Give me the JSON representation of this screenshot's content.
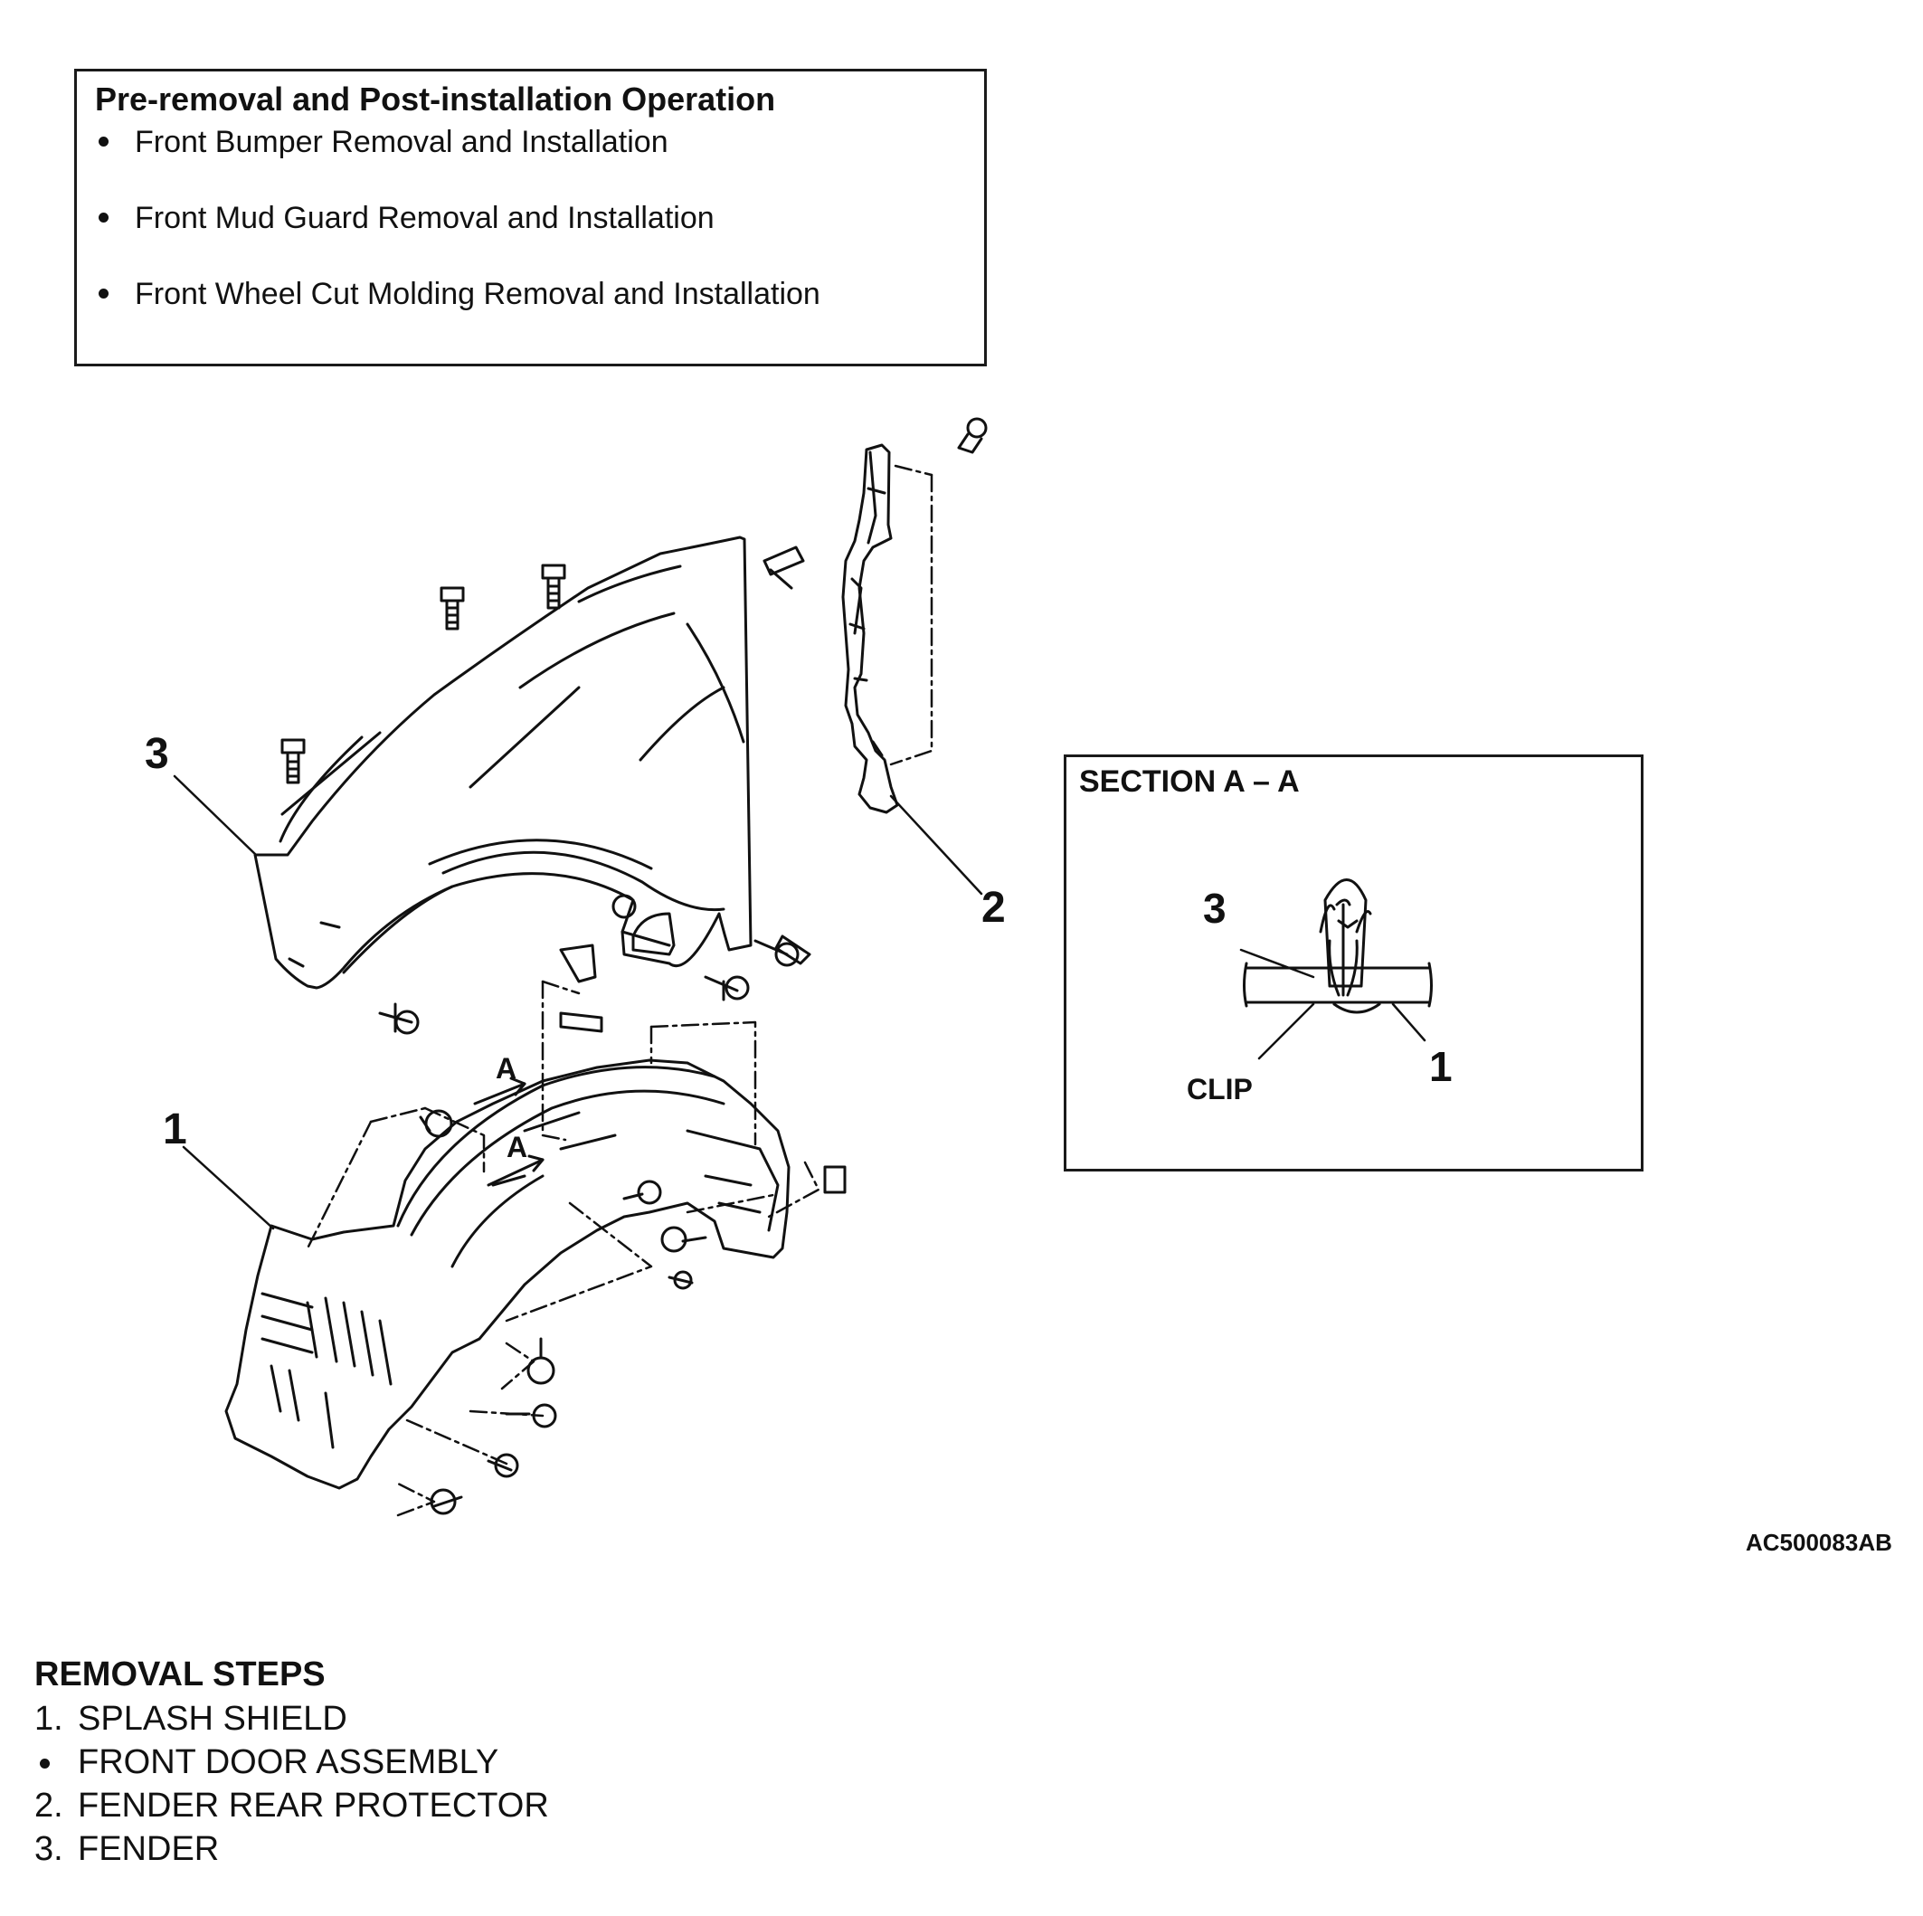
{
  "pre_removal": {
    "title": "Pre-removal and Post-installation Operation",
    "items": [
      "Front Bumper Removal and Installation",
      "Front Mud Guard Removal and Installation",
      "Front Wheel Cut Molding Removal and Installation"
    ]
  },
  "diagram": {
    "callouts": {
      "c1": "1",
      "c2": "2",
      "c3": "3"
    },
    "arrow_label_upper": "A",
    "arrow_label_lower": "A",
    "figure_code": "AC500083AB"
  },
  "section": {
    "title": "SECTION A – A",
    "label_3": "3",
    "label_1": "1",
    "clip_label": "CLIP"
  },
  "removal_steps": {
    "title": "REMOVAL STEPS",
    "steps": [
      {
        "num": "1.",
        "text": "SPLASH SHIELD"
      },
      {
        "num": "",
        "text": "FRONT DOOR ASSEMBLY"
      },
      {
        "num": "2.",
        "text": "FENDER REAR PROTECTOR"
      },
      {
        "num": "3.",
        "text": "FENDER"
      }
    ]
  }
}
